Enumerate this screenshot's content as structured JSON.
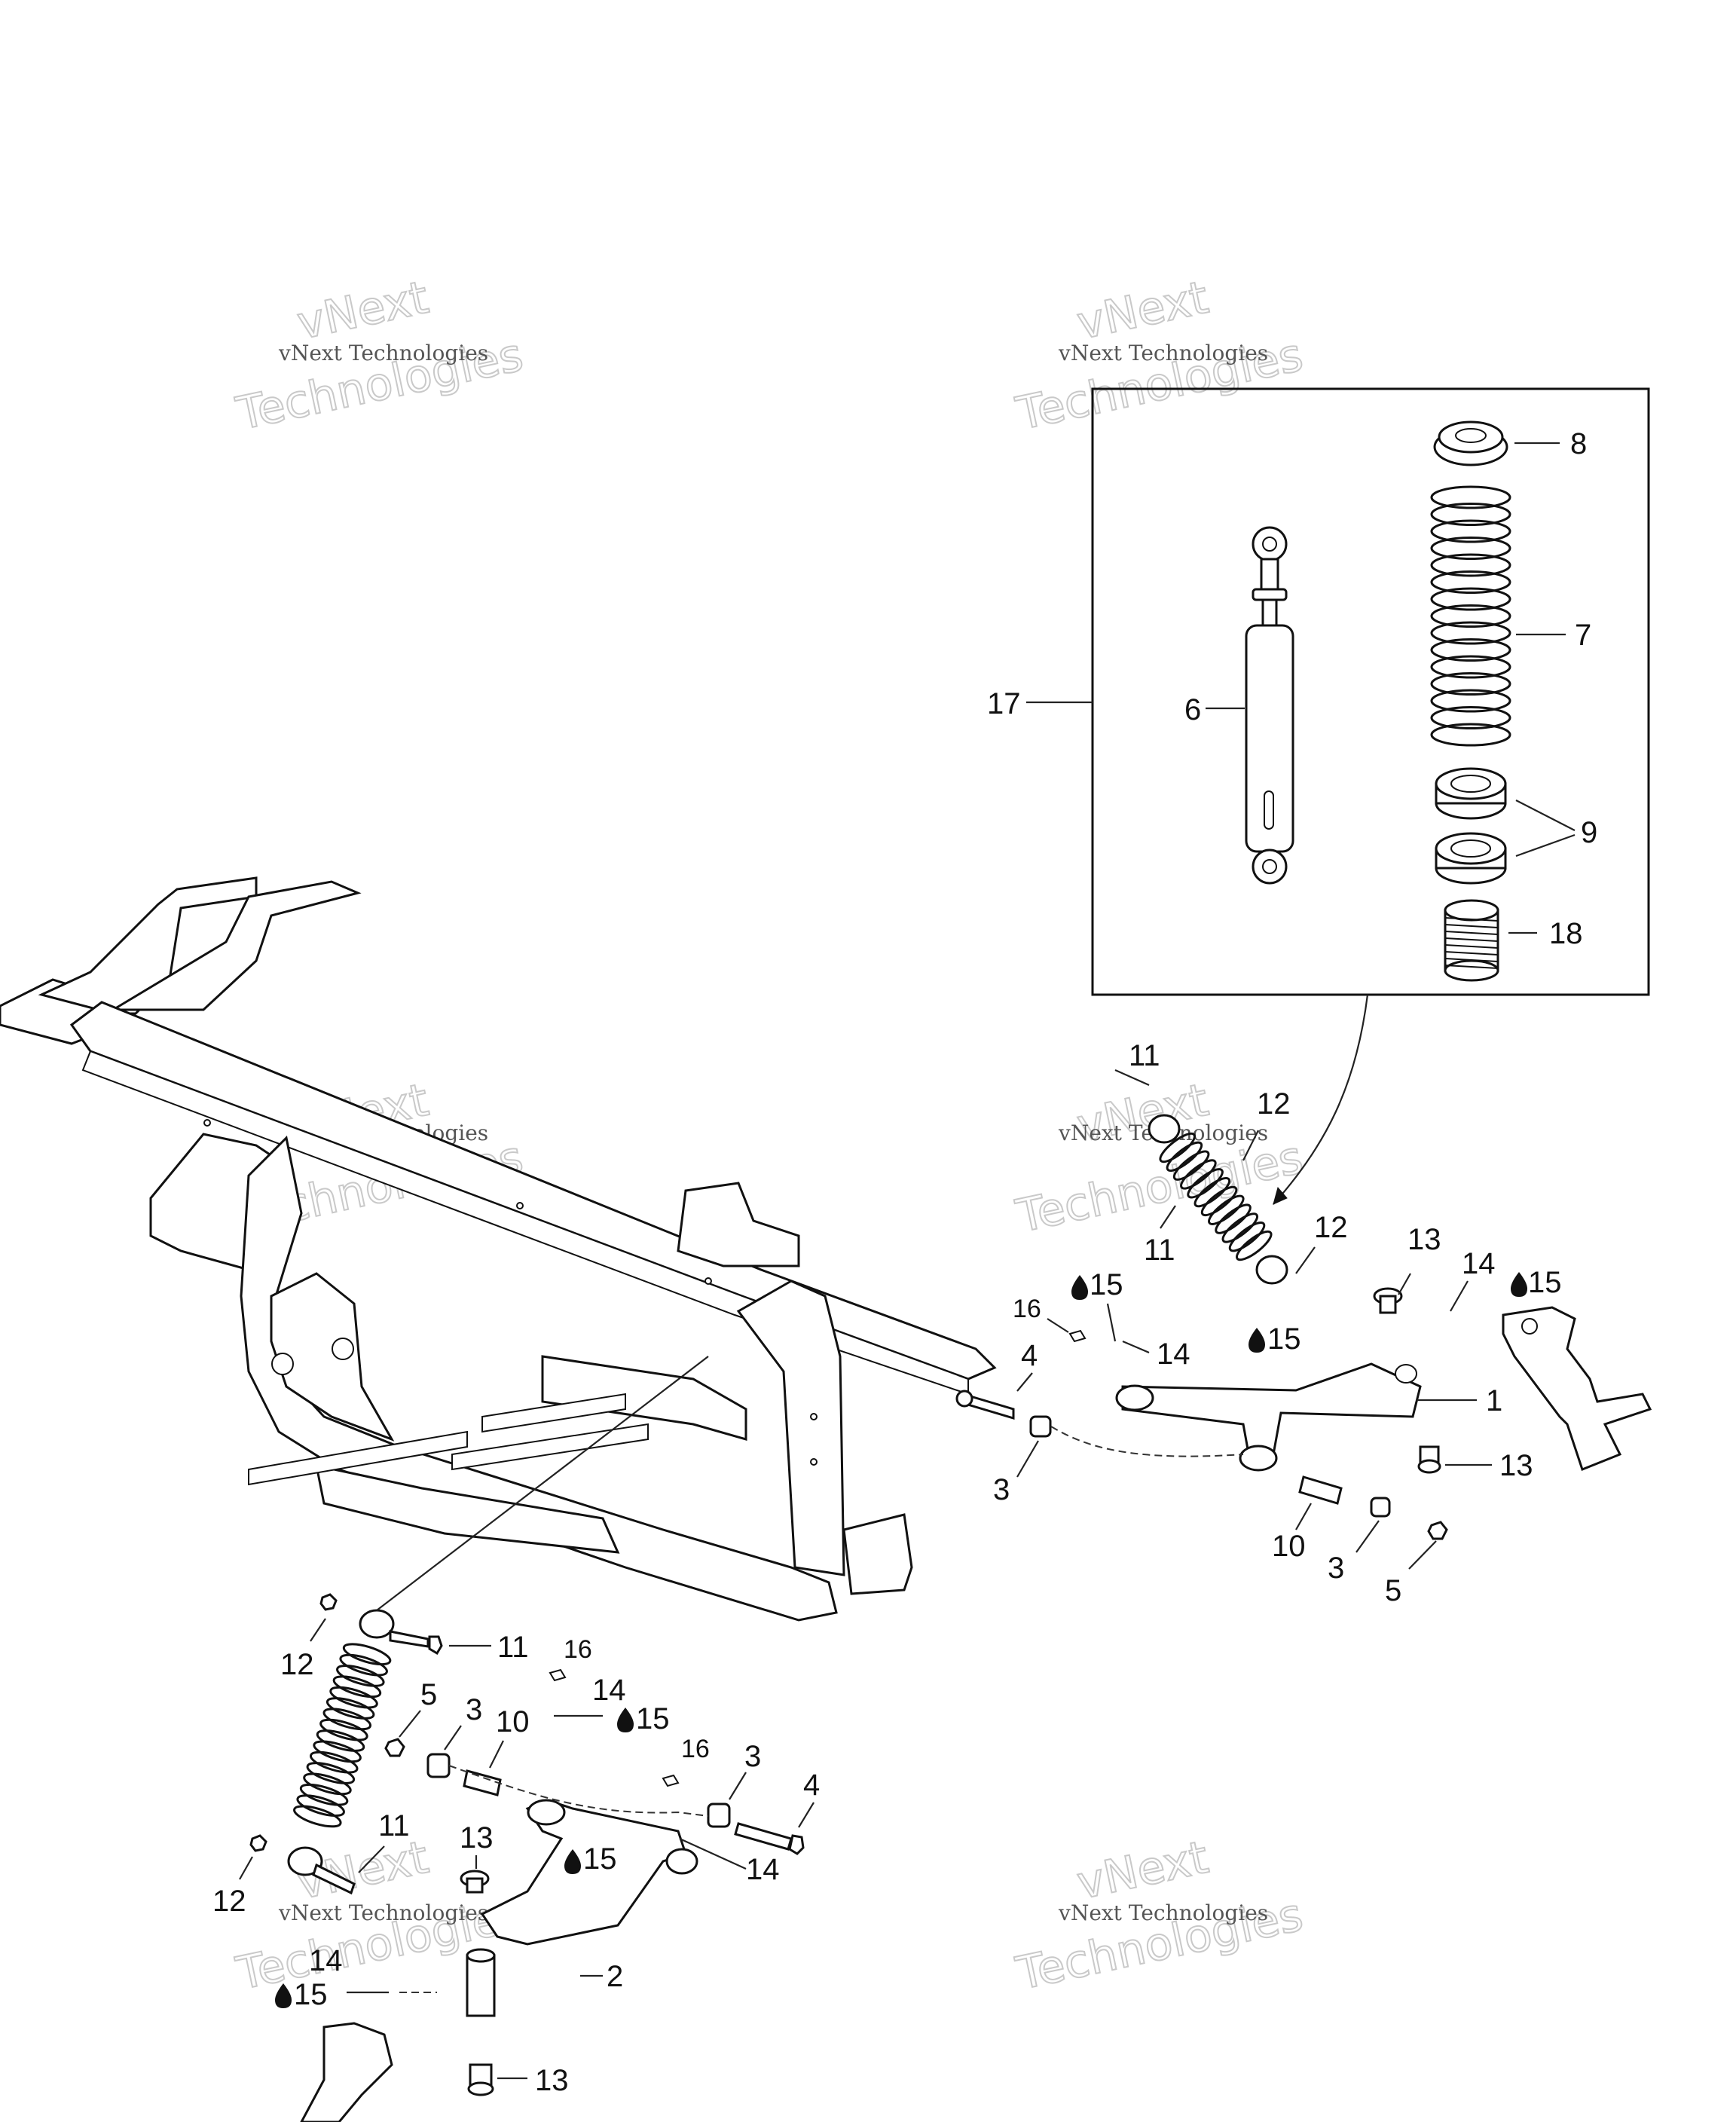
{
  "watermark": {
    "line1": "vNext Technologies",
    "line2": "vNext",
    "line3": "Technologies"
  },
  "callouts": {
    "c1": "1",
    "c2": "2",
    "c3a": "3",
    "c3b": "3",
    "c3c": "3",
    "c3d": "3",
    "c4a": "4",
    "c4b": "4",
    "c5a": "5",
    "c5b": "5",
    "c6": "6",
    "c7": "7",
    "c8": "8",
    "c9": "9",
    "c10a": "10",
    "c10b": "10",
    "c11a": "11",
    "c11b": "11",
    "c11c": "11",
    "c11d": "11",
    "c12a": "12",
    "c12b": "12",
    "c12c": "12",
    "c12d": "12",
    "c13a": "13",
    "c13b": "13",
    "c13c": "13",
    "c13d": "13",
    "c14a": "14",
    "c14b": "14",
    "c14c": "14",
    "c14d": "14",
    "c14e": "14",
    "c15a": "15",
    "c15b": "15",
    "c15c": "15",
    "c15d": "15",
    "c15e": "15",
    "c15f": "15",
    "c16a": "16",
    "c16b": "16",
    "c16c": "16",
    "c17": "17",
    "c18": "18"
  },
  "icons": {
    "lubricant": "grease-drop-icon"
  }
}
